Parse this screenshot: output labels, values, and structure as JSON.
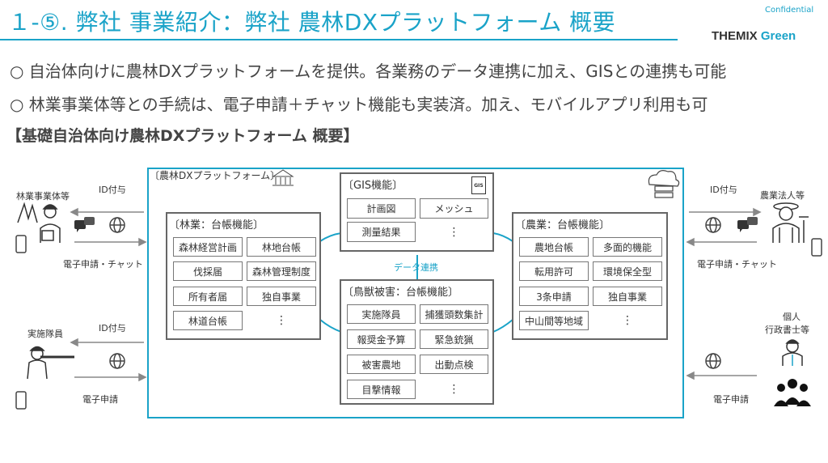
{
  "header": {
    "title": "１-⑤. 弊社 事業紹介：弊社 農林DXプラットフォーム 概要",
    "confidential": "Confidential",
    "logo_main": "THEMIX",
    "logo_accent": "Green"
  },
  "bullets": [
    "○ 自治体向けに農林DXプラットフォームを提供。各業務のデータ連携に加え、GISとの連携も可能",
    "○ 林業事業体等との手続は、電子申請＋チャット機能も実装済。加え、モバイルアプリ利用も可"
  ],
  "subtitle": "【基礎自治体向け農林DXプラットフォーム 概要】",
  "platform_label": "〔農林DXプラットフォーム〕",
  "data_link_label": "データ連携",
  "gis": {
    "title": "〔GIS機能〕",
    "items": [
      "計画図",
      "メッシュ",
      "測量結果",
      "⋮"
    ]
  },
  "forestry": {
    "title": "〔林業：台帳機能〕",
    "items": [
      "森林経営計画",
      "林地台帳",
      "伐採届",
      "森林管理制度",
      "所有者届",
      "独自事業",
      "林道台帳",
      "⋮"
    ]
  },
  "wildlife": {
    "title": "〔鳥獣被害：台帳機能〕",
    "items": [
      "実施隊員",
      "捕獲頭数集計",
      "報奨金予算",
      "緊急銃猟",
      "被害農地",
      "出動点検",
      "目撃情報",
      "⋮"
    ]
  },
  "agriculture": {
    "title": "〔農業：台帳機能〕",
    "items": [
      "農地台帳",
      "多面的機能",
      "転用許可",
      "環境保全型",
      "3条申請",
      "独自事業",
      "中山間等地域",
      "⋮"
    ]
  },
  "actors": {
    "forestry_operators": "林業事業体等",
    "rangers": "実施隊員",
    "agri_corps": "農業法人等",
    "individuals_line1": "個人",
    "individuals_line2": "行政書士等"
  },
  "flows": {
    "id_grant": "ID付与",
    "e_app_chat": "電子申請・チャット",
    "e_app": "電子申請"
  },
  "icons": {
    "gis_file": "GIS",
    "colors": {
      "accent": "#1aa3c8",
      "border": "#666666"
    }
  }
}
